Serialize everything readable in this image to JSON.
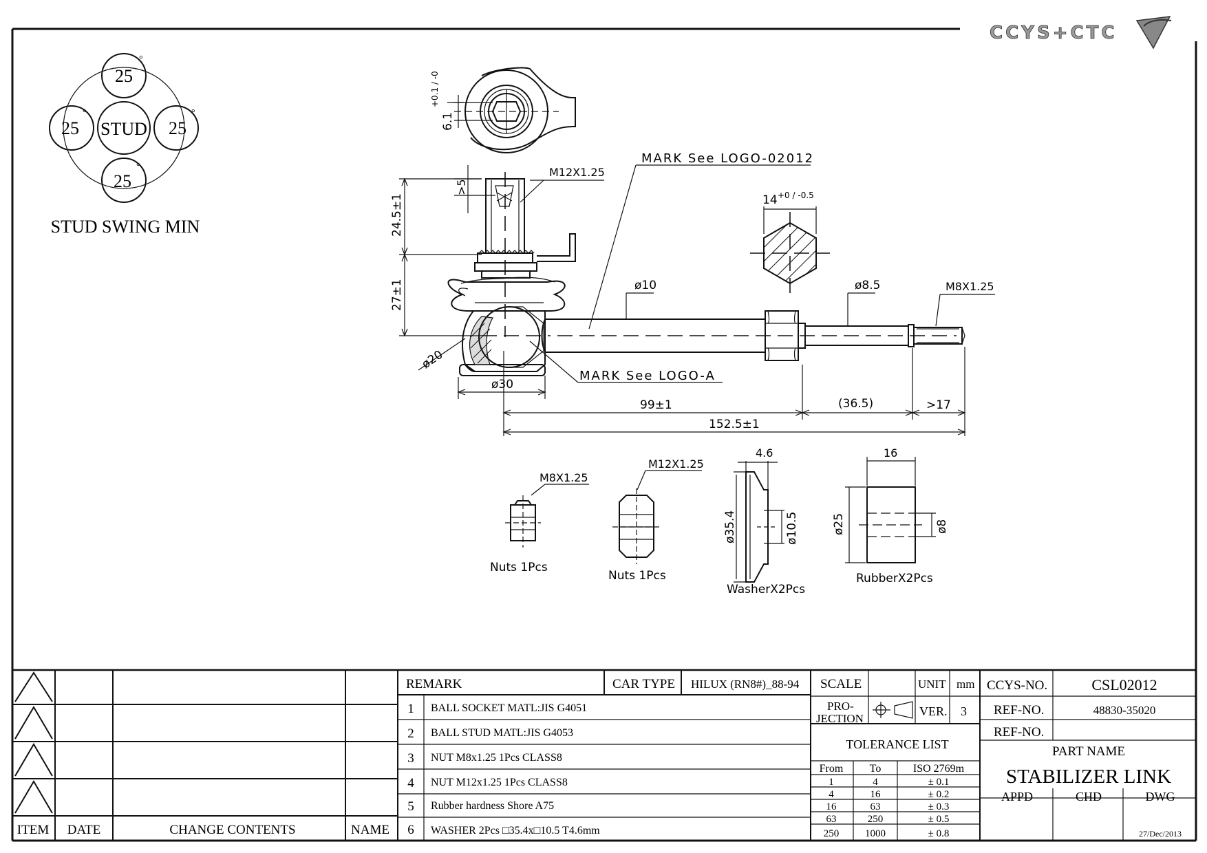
{
  "logo": {
    "text": "CCYS+CTC"
  },
  "swing": {
    "center_label": "STUD",
    "top": "25",
    "left": "25",
    "right": "25",
    "bottom": "25",
    "caption": "STUD SWING MIN"
  },
  "drawing": {
    "dim_61": "6.1",
    "dim_61_tol": "+0.1 / -0",
    "m12_top": "M12X1.25",
    "gt5": ">5",
    "dim_245": "24.5±1",
    "dim_27": "27±1",
    "mark_logo_02012": "MARK See LOGO-02012",
    "hex_14": "14",
    "hex_14_tol": "+0 / -0.5",
    "phi10": "ø10",
    "phi85": "ø8.5",
    "m8_right": "M8X1.25",
    "phi20": "ø20",
    "phi30": "ø30",
    "mark_logo_a": "MARK See LOGO-A",
    "dim_99": "99±1",
    "dim_365": "(36.5)",
    "dim_gt17": ">17",
    "dim_1525": "152.5±1"
  },
  "parts": {
    "nut_m8": {
      "thread": "M8X1.25",
      "caption": "Nuts  1Pcs"
    },
    "nut_m12": {
      "thread": "M12X1.25",
      "caption": "Nuts  1Pcs"
    },
    "washer": {
      "thick": "4.6",
      "outer": "ø35.4",
      "inner": "ø10.5",
      "caption": "WasherX2Pcs"
    },
    "rubber": {
      "width": "16",
      "outer": "ø25",
      "inner": "ø8",
      "caption": "RubberX2Pcs"
    }
  },
  "title_block": {
    "revision_headers": {
      "item": "ITEM",
      "date": "DATE",
      "change": "CHANGE CONTENTS",
      "name": "NAME"
    },
    "remark_header": "REMARK",
    "car_type_label": "CAR TYPE",
    "car_type_value": "HILUX (RN8#)_88-94",
    "remarks": [
      {
        "no": "1",
        "text": "BALL SOCKET MATL:JIS G4051"
      },
      {
        "no": "2",
        "text": "BALL STUD MATL:JIS G4053"
      },
      {
        "no": "3",
        "text": "NUT M8x1.25 1Pcs CLASS8"
      },
      {
        "no": "4",
        "text": "NUT M12x1.25 1Pcs CLASS8"
      },
      {
        "no": "5",
        "text": "Rubber hardness Shore A75"
      },
      {
        "no": "6",
        "text": "WASHER 2Pcs □35.4x□10.5 T4.6mm"
      }
    ],
    "scale_label": "SCALE",
    "unit_label": "UNIT",
    "unit_value": "mm",
    "projection_label": "PRO-\nJECTION",
    "ver_label": "VER.",
    "ver_value": "3",
    "tolerance_title": "TOLERANCE LIST",
    "tolerance_headers": {
      "from": "From",
      "to": "To",
      "std": "ISO 2769m"
    },
    "tolerances": [
      {
        "from": "1",
        "to": "4",
        "tol": "± 0.1"
      },
      {
        "from": "4",
        "to": "16",
        "tol": "± 0.2"
      },
      {
        "from": "16",
        "to": "63",
        "tol": "± 0.3"
      },
      {
        "from": "63",
        "to": "250",
        "tol": "± 0.5"
      },
      {
        "from": "250",
        "to": "1000",
        "tol": "± 0.8"
      }
    ],
    "ccys_no_label": "CCYS-NO.",
    "ccys_no_value": "CSL02012",
    "ref_no_label": "REF-NO.",
    "ref_no_value": "48830-35020",
    "ref_no2_label": "REF-NO.",
    "ref_no2_value": "",
    "part_name_label": "PART NAME",
    "part_name_value": "STABILIZER LINK",
    "appd_label": "APPD",
    "chd_label": "CHD",
    "dwg_label": "DWG",
    "date_value": "27/Dec/2013"
  }
}
